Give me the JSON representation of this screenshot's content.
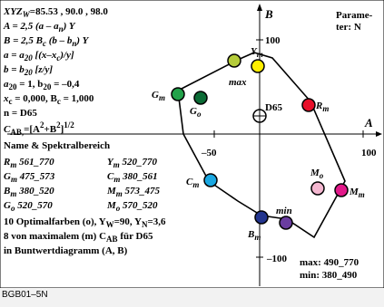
{
  "info": {
    "xyz_sym": "XYZ",
    "xyz_sub": "W",
    "xyz_val": "=85.53 , 90.0 , 98.0",
    "line_A": "A = 2,5 (a – a",
    "line_A_sub": "n",
    "line_A_end": ") Y",
    "line_B": "B = 2,5 B",
    "line_B_sub1": "c",
    "line_B_mid": " (b – b",
    "line_B_sub2": "n",
    "line_B_end": ") Y",
    "line_a": "a = a",
    "line_a_sub": "20",
    "line_a_mid": " [(x–x",
    "line_a_sub2": "c",
    "line_a_end": ")/y]",
    "line_b": "b = b",
    "line_b_sub": "20",
    "line_b_end": " [z/y]",
    "line_a20": "a",
    "line_a20_sub": "20",
    "line_a20_mid": " = 1, b",
    "line_a20_sub2": "20",
    "line_a20_end": " = –0,4",
    "line_xc": "x",
    "line_xc_sub": "c",
    "line_xc_mid": " = 0,000, B",
    "line_xc_sub2": "c",
    "line_xc_end": " = 1,000",
    "line_n": "n = D65",
    "line_cab": "C",
    "line_cab_sub": "AB,",
    "line_cab_end": "=[A",
    "line_cab_sup1": "2",
    "line_cab_mid": "+B",
    "line_cab_sup2": "2",
    "line_cab_close": "]",
    "line_cab_sup3": "1/2",
    "name_header": "Name & Spektralbereich",
    "ranges": [
      {
        "lsym": "R",
        "lsub": "m",
        "lval": " 561_770",
        "rsym": "Y",
        "rsub": "m",
        "rval": " 520_770"
      },
      {
        "lsym": "G",
        "lsub": "m",
        "lval": " 475_573",
        "rsym": "C",
        "rsub": "m",
        "rval": " 380_561"
      },
      {
        "lsym": "B",
        "lsub": "m",
        "lval": " 380_520",
        "rsym": "M",
        "rsub": "m",
        "rval": " 573_475"
      },
      {
        "lsym": "G",
        "lsub": "o",
        "lval": " 520_570",
        "rsym": "M",
        "rsub": "o",
        "rval": " 570_520"
      }
    ],
    "opt_line1": "10 Optimalfarben (o), Y",
    "opt_line1_sub1": "W",
    "opt_line1_mid": "=90, Y",
    "opt_line1_sub2": "N",
    "opt_line1_end": "=3,6",
    "opt_line2": "8 von maximalem (m) C",
    "opt_line2_sub": "AB",
    "opt_line2_end": " für D65",
    "opt_line3": "in Buntwertdiagramm (A, B)"
  },
  "corner": {
    "param_line1": "Parame-",
    "param_line2": "ter: N",
    "max_label": "max: 490_770",
    "min_label": "min: 380_490"
  },
  "axes": {
    "a_label": "A",
    "b_label": "B",
    "tick_x_neg": "–50",
    "tick_x_pos": "100",
    "tick_y_pos": "100",
    "tick_y_neg": "–100",
    "d65_label": "D65"
  },
  "points": [
    {
      "id": "Ym",
      "label": "Y",
      "sub": "m",
      "color": "#ffee00",
      "note": "max"
    },
    {
      "id": "Ym2",
      "label": "",
      "sub": "",
      "color": "#b5cc3a"
    },
    {
      "id": "Rm",
      "label": "R",
      "sub": "m",
      "color": "#e8102a"
    },
    {
      "id": "Gm",
      "label": "G",
      "sub": "m",
      "color": "#22a24a"
    },
    {
      "id": "Go",
      "label": "G",
      "sub": "o",
      "color": "#0b6b35"
    },
    {
      "id": "Cm",
      "label": "C",
      "sub": "m",
      "color": "#1aa8e2"
    },
    {
      "id": "Bm",
      "label": "B",
      "sub": "m",
      "color": "#23358e"
    },
    {
      "id": "Bm2",
      "label": "",
      "sub": "",
      "color": "#6a3da0",
      "note": "min"
    },
    {
      "id": "Mo",
      "label": "M",
      "sub": "o",
      "color": "#f4b7d0"
    },
    {
      "id": "Mm",
      "label": "M",
      "sub": "m",
      "color": "#e2198a"
    }
  ],
  "footer": "BGB01–5N"
}
